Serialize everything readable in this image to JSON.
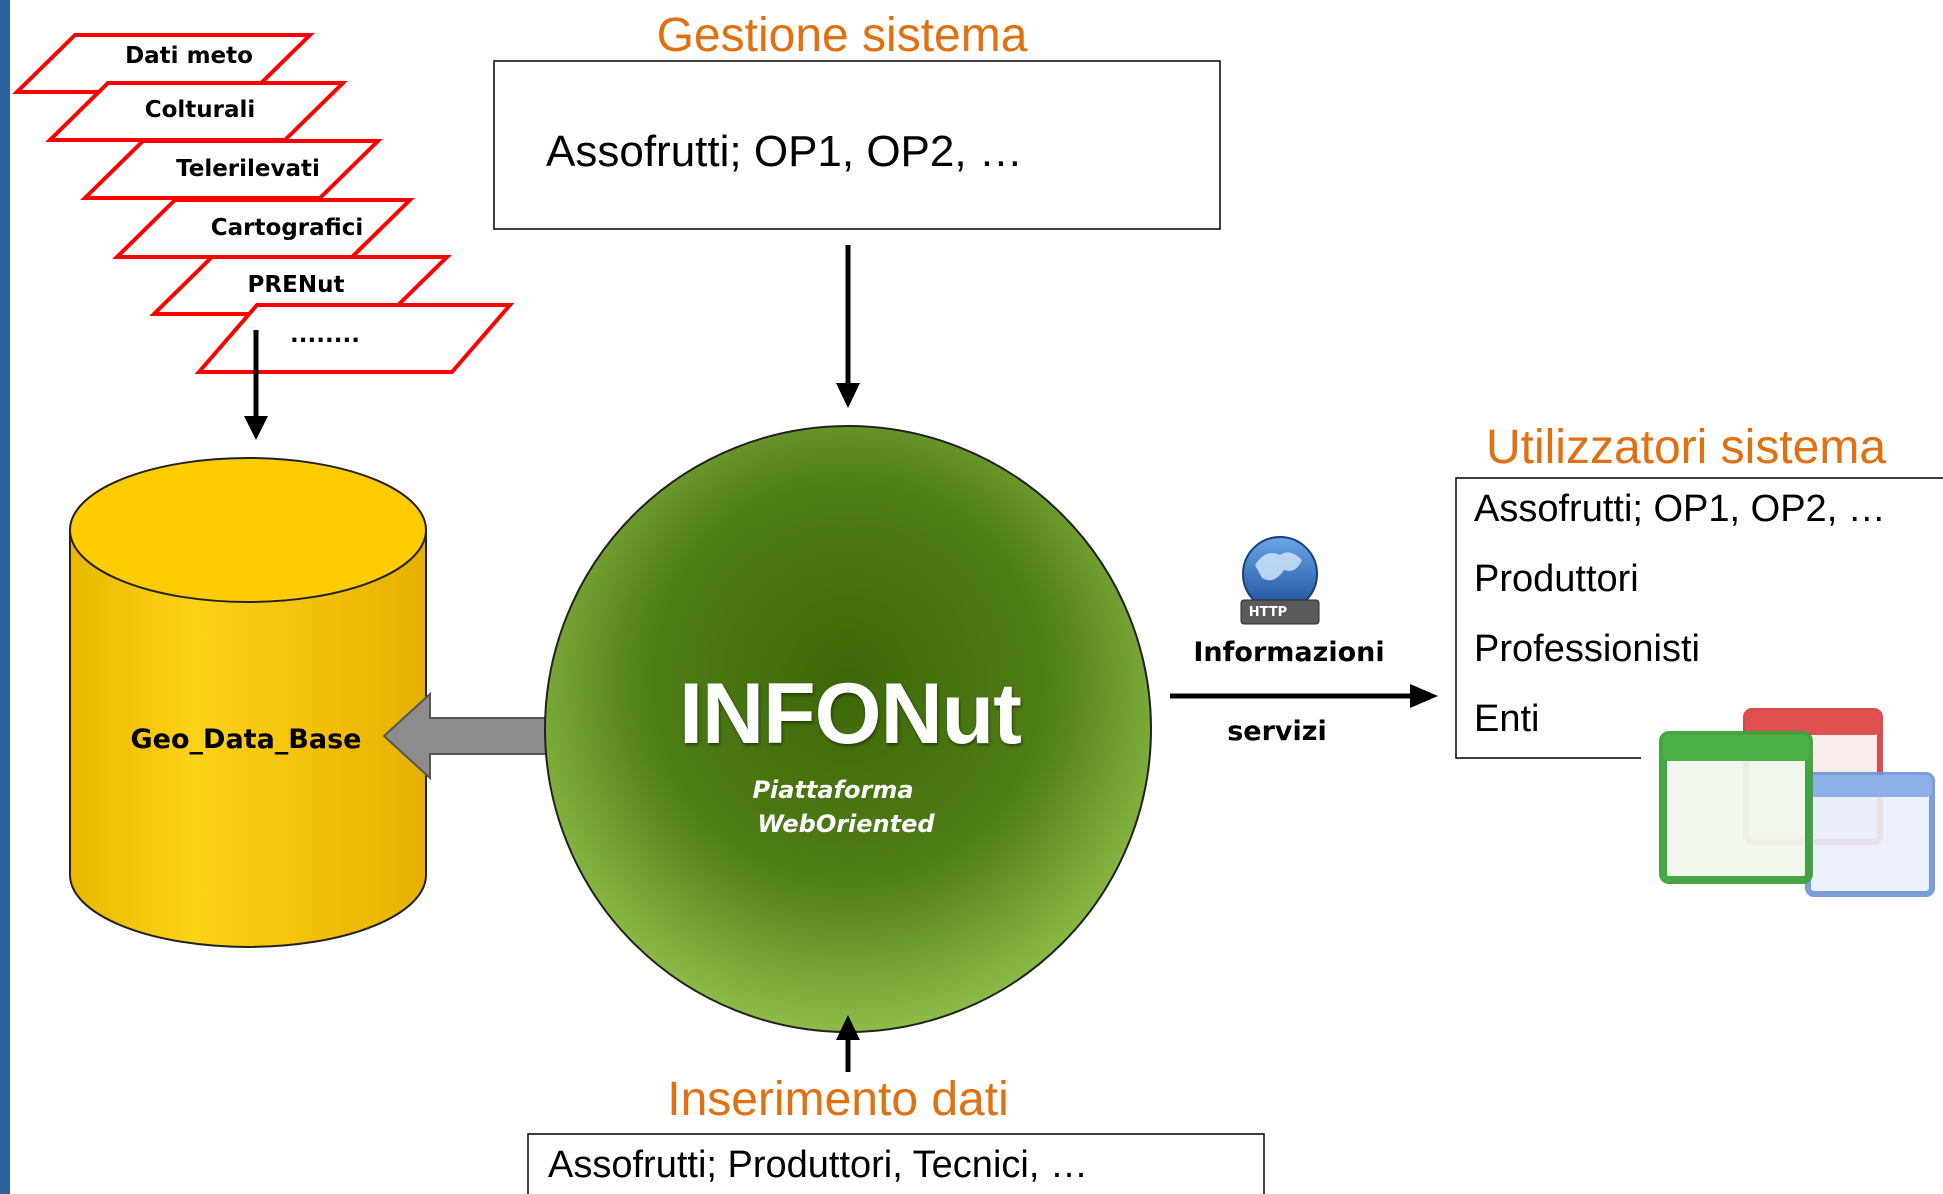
{
  "layers": [
    "Dati meto",
    "Colturali",
    "Telerilevati",
    "Cartografici",
    "PRENut",
    "........"
  ],
  "database": {
    "label": "Geo_Data_Base"
  },
  "center": {
    "title": "INFONut",
    "subtitle_line1": "Piattaforma",
    "subtitle_line2": "WebOriented"
  },
  "gestione": {
    "title": "Gestione sistema",
    "content": "Assofrutti; OP1, OP2, …"
  },
  "inserimento": {
    "title": "Inserimento dati",
    "content": "Assofrutti; Produttori, Tecnici, …"
  },
  "utilizzatori": {
    "title": "Utilizzatori sistema",
    "items": [
      "Assofrutti; OP1, OP2, …",
      "Produttori",
      "Professionisti",
      "Enti"
    ]
  },
  "http": {
    "badge": "HTTP",
    "label_top": "Informazioni",
    "label_bottom": "servizi"
  },
  "colors": {
    "layer_stroke": "#ff0000",
    "accent_title": "#e07010",
    "database_fill": "#ffcc00",
    "circle_dark": "#3f6a0a",
    "circle_light": "#8fbf45",
    "arrow_gray": "#8c8c8c",
    "left_bar": "#2c5f9e"
  }
}
